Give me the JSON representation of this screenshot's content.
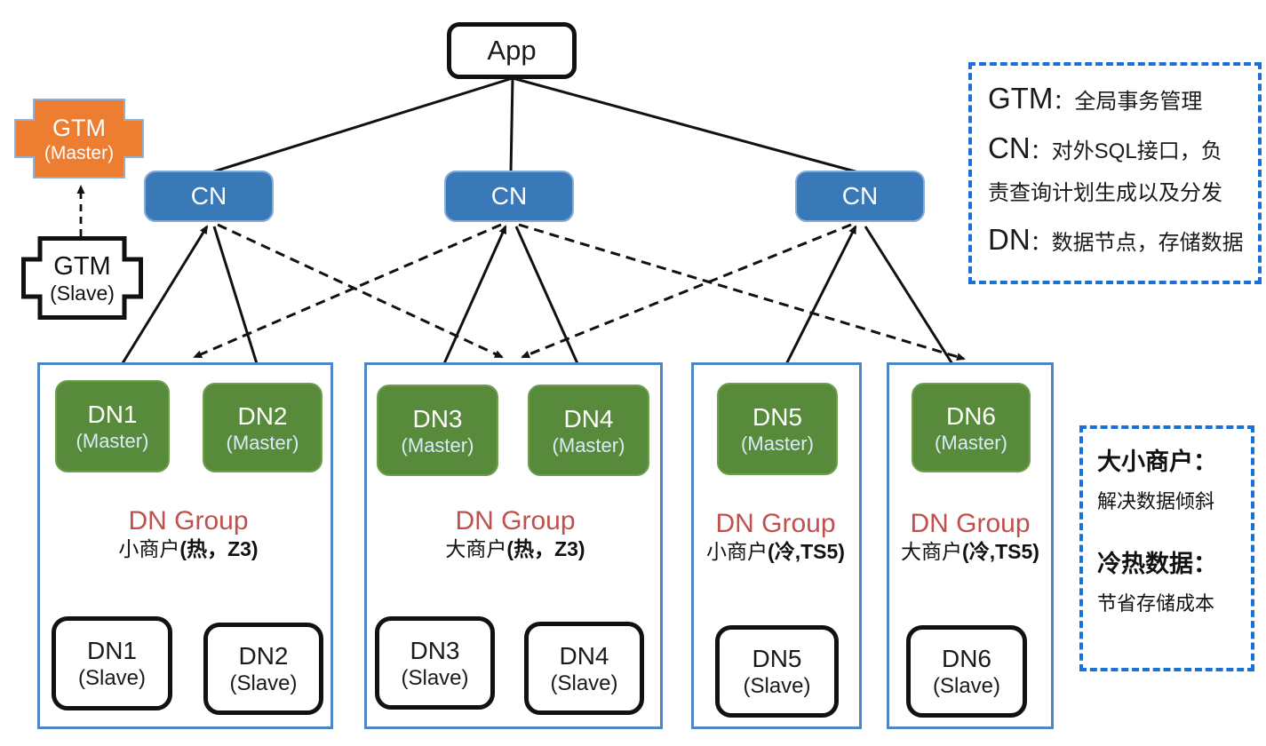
{
  "nodes": {
    "app": {
      "label": "App"
    },
    "cn": {
      "cn1": "CN",
      "cn2": "CN",
      "cn3": "CN"
    },
    "gtm_master": {
      "title": "GTM",
      "subtitle": "(Master)"
    },
    "gtm_slave": {
      "title": "GTM",
      "subtitle": "(Slave)"
    },
    "dn_masters": [
      {
        "title": "DN1",
        "subtitle": "(Master)"
      },
      {
        "title": "DN2",
        "subtitle": "(Master)"
      },
      {
        "title": "DN3",
        "subtitle": "(Master)"
      },
      {
        "title": "DN4",
        "subtitle": "(Master)"
      },
      {
        "title": "DN5",
        "subtitle": "(Master)"
      },
      {
        "title": "DN6",
        "subtitle": "(Master)"
      }
    ],
    "dn_slaves": [
      {
        "title": "DN1",
        "subtitle": "(Slave)"
      },
      {
        "title": "DN2",
        "subtitle": "(Slave)"
      },
      {
        "title": "DN3",
        "subtitle": "(Slave)"
      },
      {
        "title": "DN4",
        "subtitle": "(Slave)"
      },
      {
        "title": "DN5",
        "subtitle": "(Slave)"
      },
      {
        "title": "DN6",
        "subtitle": "(Slave)"
      }
    ]
  },
  "groups": [
    {
      "label": "DN Group",
      "tag_prefix": "小商户",
      "tag_bold": "(热，Z3)"
    },
    {
      "label": "DN Group",
      "tag_prefix": "大商户",
      "tag_bold": "(热，Z3)"
    },
    {
      "label": "DN Group",
      "tag_prefix": "小商户",
      "tag_bold": "(冷,TS5)"
    },
    {
      "label": "DN Group",
      "tag_prefix": "大商户",
      "tag_bold": "(冷,TS5)"
    }
  ],
  "legend_top": {
    "lines": [
      {
        "term": "GTM",
        "rest": "：全局事务管理"
      },
      {
        "term": "CN",
        "rest": "：对外SQL接口，负"
      },
      {
        "term": "",
        "rest": "责查询计划生成以及分发"
      },
      {
        "term": "DN",
        "rest": "：数据节点，存储数据"
      }
    ]
  },
  "legend_bottom": {
    "items": [
      {
        "head": "大小商户：",
        "body": "解决数据倾斜"
      },
      {
        "head": "冷热数据：",
        "body": "节省存储成本"
      }
    ]
  },
  "colors": {
    "cn_fill": "#3a79b8",
    "dn_master_fill": "#588a3c",
    "gtm_master_fill": "#ed7d31",
    "group_border": "#4e87c6",
    "legend_border": "#1b6fd6",
    "dn_group_text": "#c0504d",
    "line": "#111111"
  }
}
